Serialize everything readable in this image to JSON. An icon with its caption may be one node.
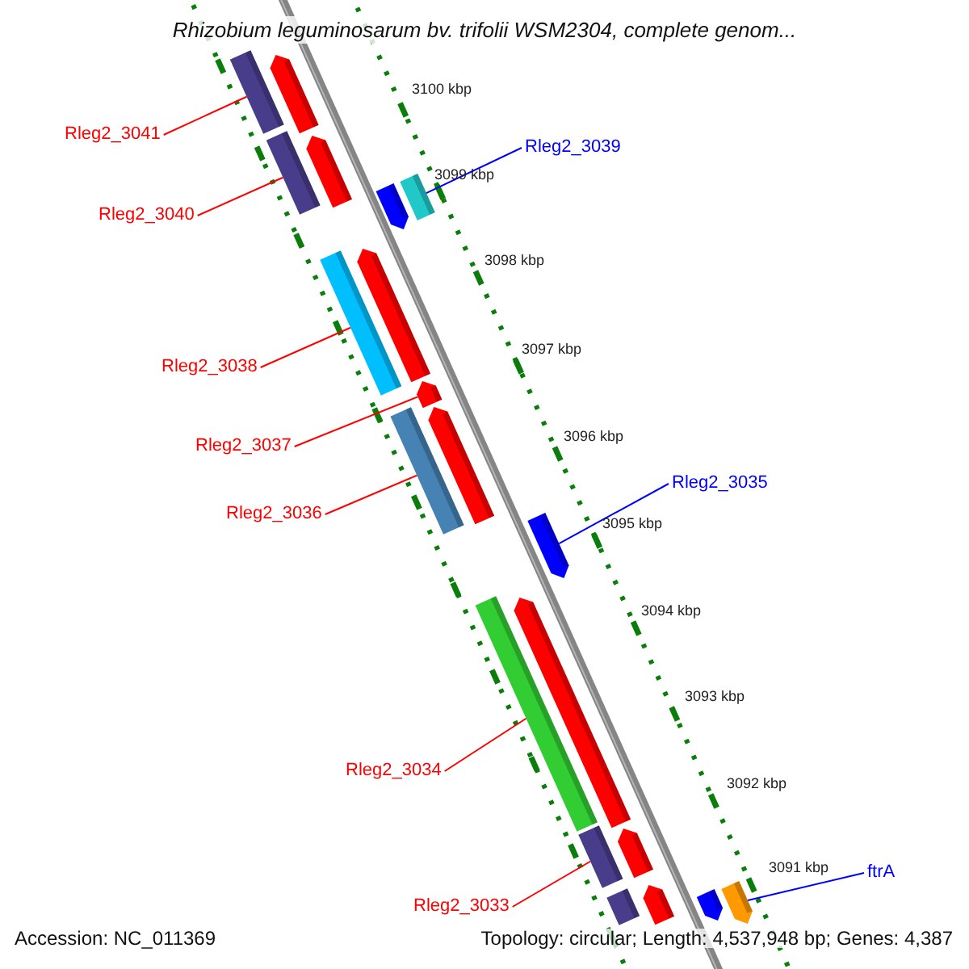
{
  "diagram": {
    "title": "Rhizobium leguminosarum bv. trifolii WSM2304, complete genom...",
    "nodes": [
      {
        "text": [
          "Rleg2_3041"
        ]
      },
      {
        "text": [],
        "shape": "bar"
      },
      {
        "text": [
          "Rleg2_3040"
        ]
      },
      {
        "text": [],
        "shape": "bar"
      },
      {
        "text": [
          "Rleg2_3039"
        ]
      },
      {
        "text": [],
        "shape": "bar"
      },
      {
        "text": [
          "Rleg2_3038"
        ]
      },
      {
        "text": [],
        "shape": "bar"
      },
      {
        "text": [
          "Rleg2_3037"
        ]
      },
      {
        "text": [],
        "shape": "bar"
      },
      {
        "text": [
          "Rleg2_3036"
        ]
      },
      {
        "text": [],
        "shape": "bar"
      },
      {
        "text": [
          "Rleg2_3035"
        ]
      },
      {
        "text": [],
        "shape": "bar"
      },
      {
        "text": [
          "Rleg2_3034"
        ]
      },
      {
        "text": [],
        "shape": "bar"
      },
      {
        "text": [
          "Rleg2_3033"
        ]
      },
      {
        "text": [],
        "shape": "bar"
      },
      {
        "text": [
          "ftrA"
        ]
      },
      {
        "text": [],
        "shape": "bar"
      }
    ],
    "edges": [
      {
        "from": 0,
        "to": 1,
        "arrow": "none"
      },
      {
        "from": 2,
        "to": 3,
        "arrow": "none"
      },
      {
        "from": 4,
        "to": 5,
        "arrow": "none",
        "color": "#0000ff"
      },
      {
        "from": 6,
        "to": 7,
        "arrow": "none"
      },
      {
        "from": 8,
        "to": 9,
        "arrow": "none"
      },
      {
        "from": 10,
        "to": 11,
        "arrow": "none"
      },
      {
        "from": 12,
        "to": 13,
        "arrow": "none",
        "color": "#0000ff"
      },
      {
        "from": 14,
        "to": 15,
        "arrow": "none"
      },
      {
        "from": 16,
        "to": 17,
        "arrow": "none"
      },
      {
        "from": 18,
        "to": 19,
        "arrow": "none",
        "color": "#0000ff"
      }
    ],
    "labels": [
      "3100 kbp",
      "3099 kbp",
      "3098 kbp",
      "3097 kbp",
      "3096 kbp",
      "3095 kbp",
      "3094 kbp",
      "3093 kbp",
      "3092 kbp",
      "3091 kbp",
      "Accession: NC_011369",
      "Topology: circular; Length: 4,537,948 bp; Genes: 4,387"
    ]
  }
}
